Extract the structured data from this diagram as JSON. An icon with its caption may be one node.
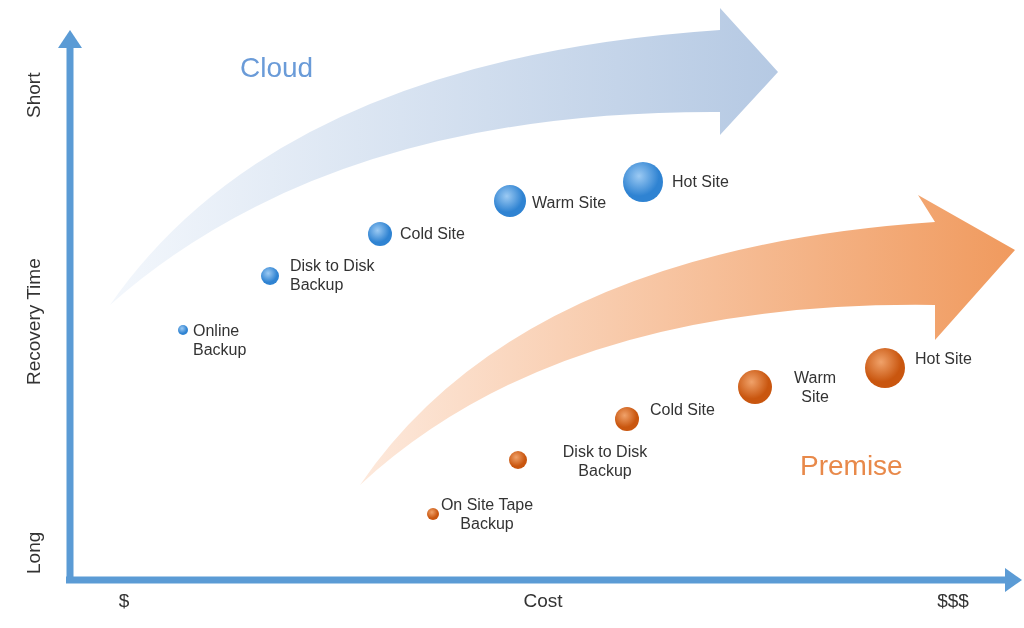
{
  "diagram": {
    "labels": [
      "Short",
      "Cloud",
      "Hot Site",
      "Warm Site",
      "Cold Site",
      "Disk to Disk Backup",
      "Recovery Time",
      "Online Backup",
      "Hot Site",
      "Warm Site",
      "Cold Site",
      "Disk to Disk Backup",
      "Premise",
      "On Site Tape Backup",
      "Long",
      "$",
      "Cost",
      "$$$"
    ]
  }
}
